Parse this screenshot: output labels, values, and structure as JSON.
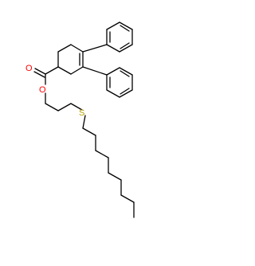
{
  "molecule": {
    "atoms": {
      "carbonyl_oxygen": {
        "symbol": "O",
        "color": "#ff0000"
      },
      "ester_oxygen": {
        "symbol": "O",
        "color": "#ff0000"
      },
      "thioether_sulfur": {
        "symbol": "S",
        "color": "#b8a000"
      }
    },
    "bond_color": "#000000",
    "background": "#ffffff"
  }
}
